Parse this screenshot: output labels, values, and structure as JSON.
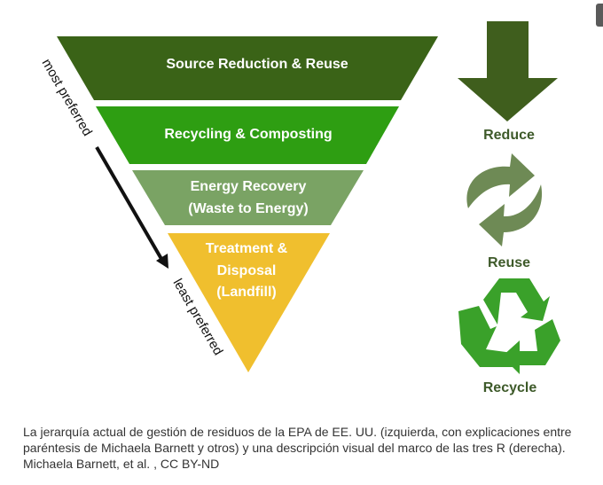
{
  "figure": {
    "hierarchy": {
      "bands": [
        {
          "label_lines": [
            "Source Reduction & Reuse"
          ],
          "color": "#3a6317"
        },
        {
          "label_lines": [
            "Recycling & Composting"
          ],
          "color": "#2e9e12"
        },
        {
          "label_lines": [
            "Energy Recovery",
            "(Waste to Energy)"
          ],
          "color": "#7aa364"
        },
        {
          "label_lines": [
            "Treatment &",
            "Disposal",
            "(Landfill)"
          ],
          "color": "#f0bf2e"
        }
      ],
      "top_label": "most preferred",
      "bottom_label": "least preferred"
    },
    "three_rs": [
      {
        "label": "Reduce",
        "icon": "down-arrow-icon",
        "color": "#3f5e1d"
      },
      {
        "label": "Reuse",
        "icon": "green-dot-arrows-icon",
        "color": "#6e8a55"
      },
      {
        "label": "Recycle",
        "icon": "recycle-icon",
        "color": "#3aa12a"
      }
    ]
  },
  "caption": {
    "lines": [
      "La jerarquía actual de gestión de residuos de la EPA de EE. UU. (izquierda, con explicaciones entre",
      "paréntesis de Michaela Barnett y otros) y una descripción visual del marco de las tres R (derecha).",
      "Michaela Barnett, et al. , CC BY-ND"
    ]
  }
}
